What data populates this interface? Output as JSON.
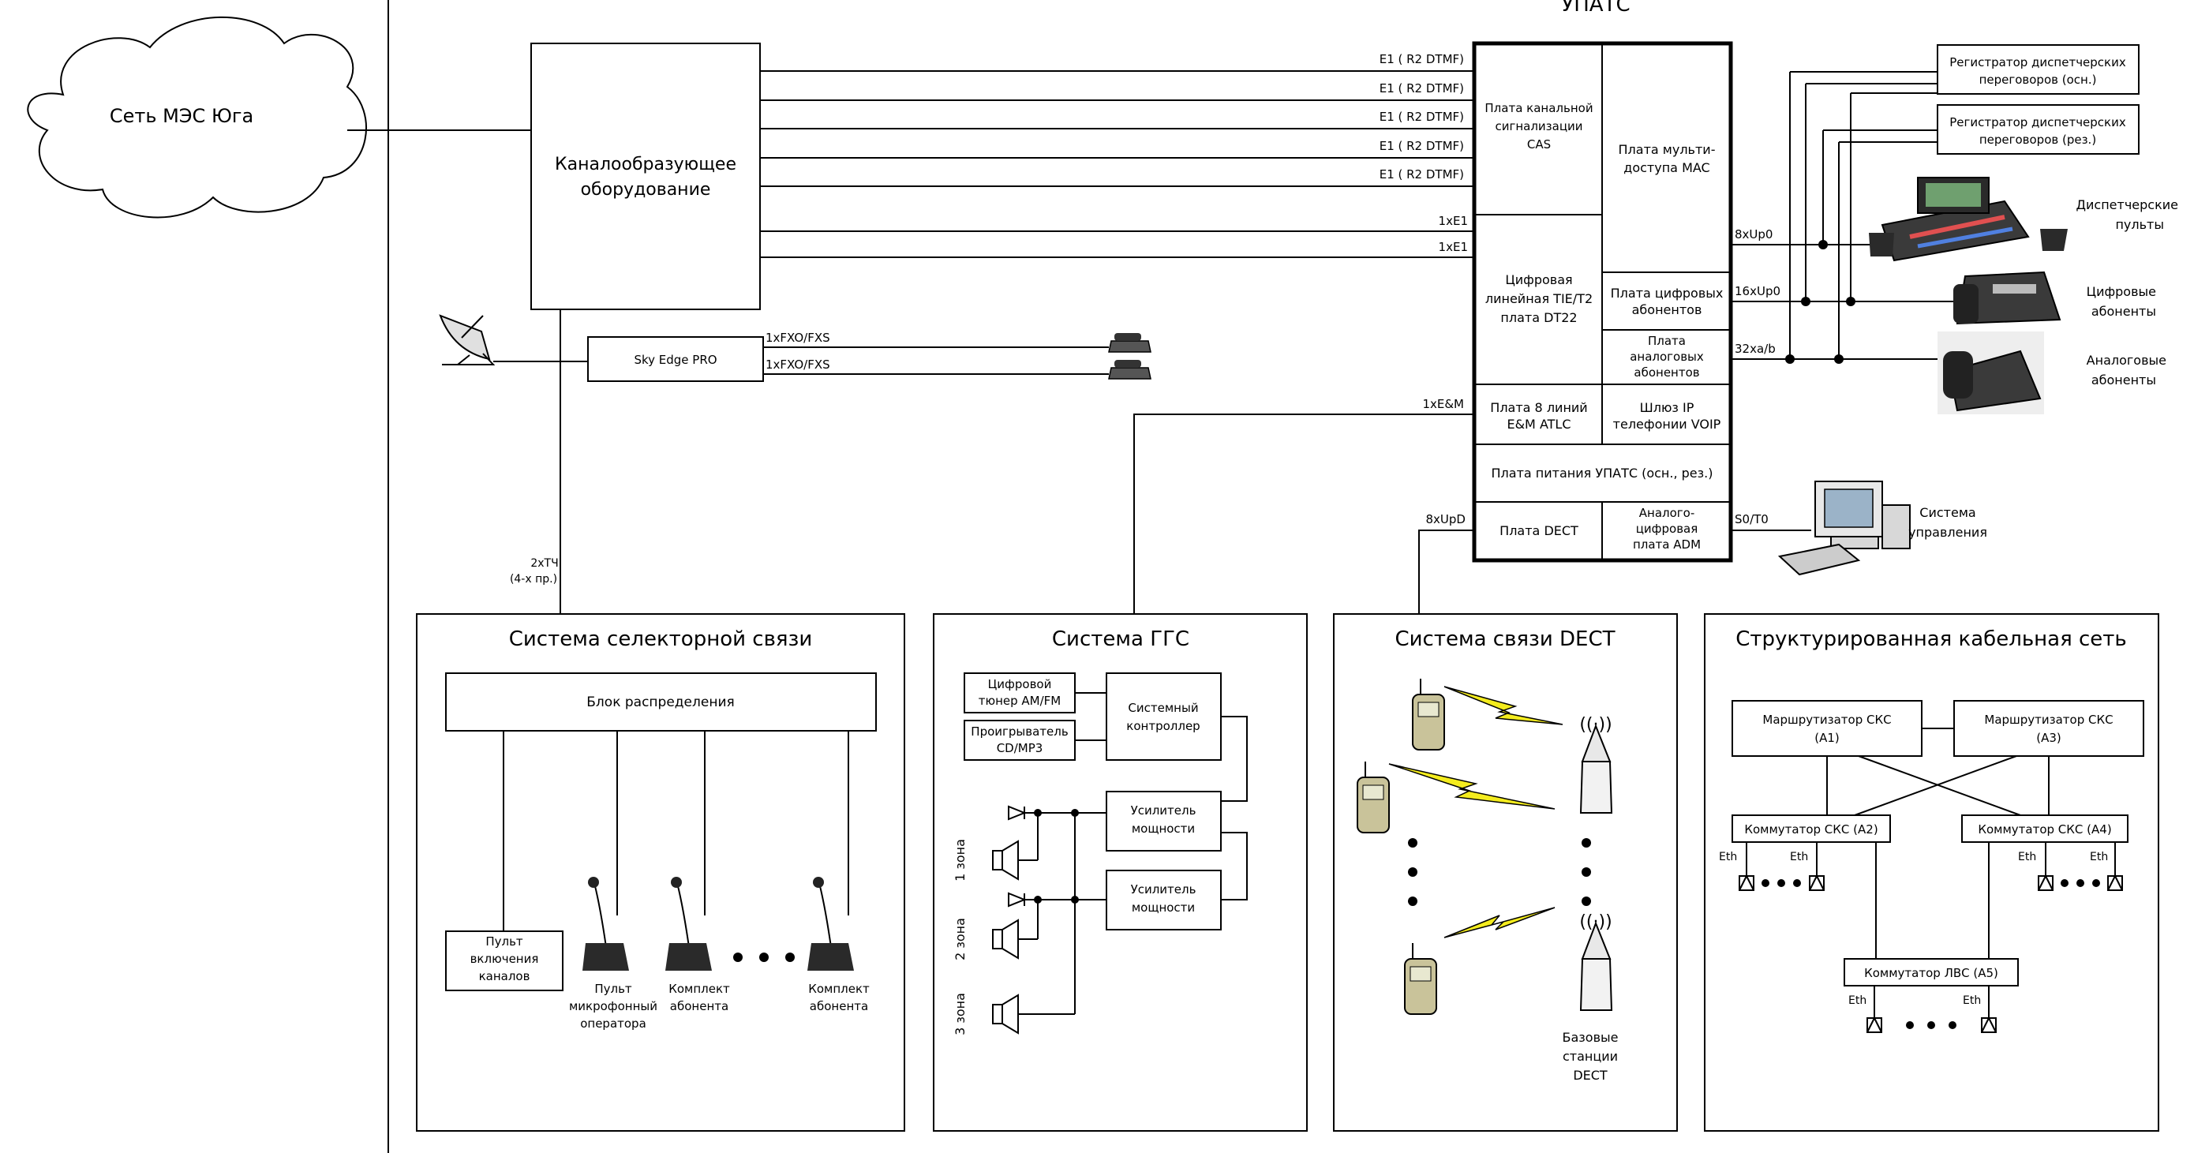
{
  "upats": {
    "title": "УПАТС",
    "cas": [
      "Плата канальной",
      "сигнализации",
      "CAS"
    ],
    "mac": [
      "Плата мульти-",
      "доступа MAC"
    ],
    "dt22": [
      "Цифровая",
      "линейная TIE/T2",
      "плата DT22"
    ],
    "digital_board": [
      "Плата цифровых",
      "абонентов"
    ],
    "analog_board": [
      "Плата",
      "аналоговых",
      "абонентов"
    ],
    "em_board": [
      "Плата 8 линий",
      "E&M ATLC"
    ],
    "voip_board": [
      "Шлюз IP",
      "телефонии VOIP"
    ],
    "power": "Плата питания УПАТС (осн., рез.)",
    "dect_board": "Плата DECT",
    "adm_board": [
      "Аналого-",
      "цифровая",
      "плата ADM"
    ]
  },
  "cloud": "Сеть МЭС Юга",
  "channel_equipment": [
    "Каналообразующее",
    "оборудование"
  ],
  "sky_edge": "Sky Edge PRO",
  "link_labels": {
    "e1_r2": "E1 ( R2 DTMF)",
    "e1": "1xE1",
    "fxo": "1xFXO/FXS",
    "em": "1xE&M",
    "dect": "8xUpD",
    "tch": [
      "2xТЧ",
      "(4-х пр.)"
    ],
    "upo8": "8xUp0",
    "upo16": "16xUp0",
    "ab32": "32xa/b",
    "s0": "S0/T0"
  },
  "right_devices": {
    "reg_main": [
      "Регистратор диспетчерских",
      "переговоров (осн.)"
    ],
    "reg_res": [
      "Регистратор диспетчерских",
      "переговоров (рез.)"
    ],
    "dispatch": [
      "Диспетчерские",
      "пульты"
    ],
    "digital": [
      "Цифровые",
      "абоненты"
    ],
    "analog": [
      "Аналоговые",
      "абоненты"
    ],
    "control": [
      "Система",
      "управления"
    ]
  },
  "selector": {
    "title": "Система селекторной связи",
    "distribution": "Блок распределения",
    "channel_panel": [
      "Пульт",
      "включения",
      "каналов"
    ],
    "mic_panel": [
      "Пульт",
      "микрофонный",
      "оператора"
    ],
    "subscriber_kit": [
      "Комплект",
      "абонента"
    ]
  },
  "ggs": {
    "title": "Система ГГС",
    "tuner": [
      "Цифровой",
      "тюнер AM/FM"
    ],
    "player": [
      "Проигрыватель",
      "CD/MP3"
    ],
    "controller": [
      "Системный",
      "контроллер"
    ],
    "amplifier": [
      "Усилитель",
      "мощности"
    ],
    "zones": [
      "1 зона",
      "2 зона",
      "3 зона"
    ]
  },
  "dect_system": {
    "title": "Система связи DECT",
    "base_stations": [
      "Базовые",
      "станции",
      "DECT"
    ]
  },
  "scs": {
    "title": "Структурированная кабельная сеть",
    "router_a1": [
      "Маршрутизатор СКС",
      "(A1)"
    ],
    "router_a3": [
      "Маршрутизатор СКС",
      "(A3)"
    ],
    "switch_a2": "Коммутатор СКС (A2)",
    "switch_a4": "Коммутатор СКС (A4)",
    "switch_a5": "Коммутатор ЛВС (A5)",
    "eth": "Eth"
  },
  "colors": {
    "line": "#000000",
    "lightning": "#f4ec1e",
    "phone": "#c9c39a",
    "device": "#3a3a3a"
  }
}
